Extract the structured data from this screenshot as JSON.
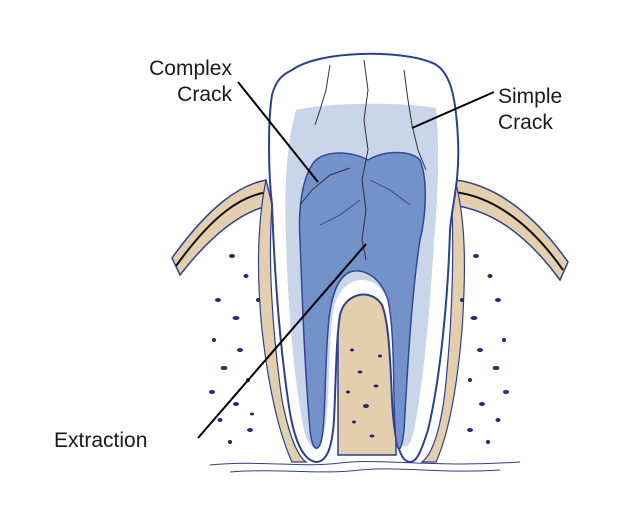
{
  "labels": {
    "complex_crack": {
      "line1": "Complex",
      "line2": "Crack"
    },
    "simple_crack": {
      "line1": "Simple",
      "line2": "Crack"
    },
    "extraction": {
      "text": "Extraction"
    }
  },
  "colors": {
    "outline": "#2f3f8f",
    "enamel_fill": "#ffffff",
    "dentin_fill": "#c9d6ea",
    "pulp_fill": "#6f8fc9",
    "bone_fill": "#e3cfae",
    "dots": "#1f2a7a",
    "leader_line": "#000000",
    "label_text": "#1a1a1a"
  }
}
